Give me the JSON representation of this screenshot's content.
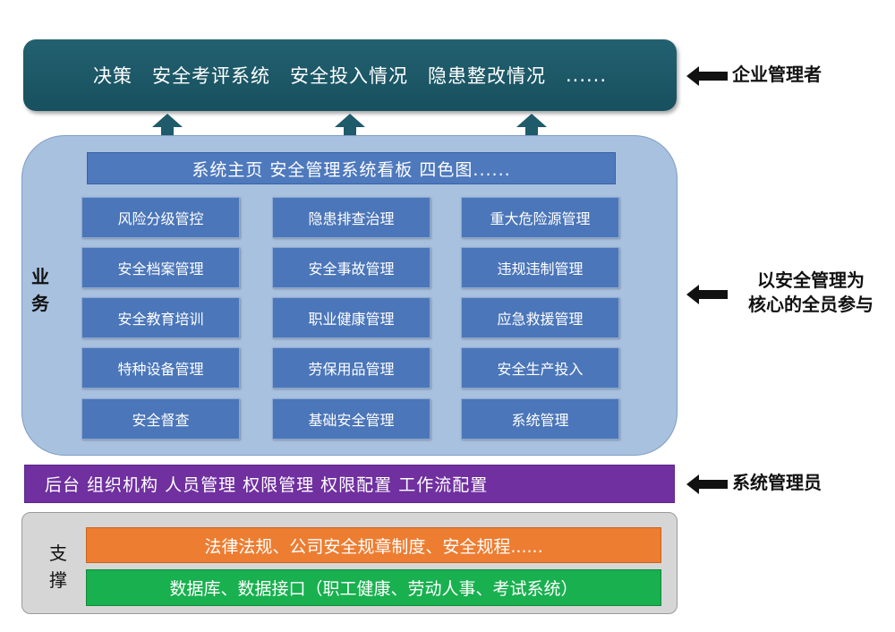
{
  "decision_bar": {
    "items": [
      "决策",
      "安全考评系统",
      "安全投入情况",
      "隐患整改情况",
      "......"
    ]
  },
  "business": {
    "label_chars": [
      "业",
      "务"
    ],
    "dashboard": "系统主页   安全管理系统看板   四色图......",
    "modules": [
      [
        "风险分级管控",
        "隐患排查治理",
        "重大危险源管理"
      ],
      [
        "安全档案管理",
        "安全事故管理",
        "违规违制管理"
      ],
      [
        "安全教育培训",
        "职业健康管理",
        "应急救援管理"
      ],
      [
        "特种设备管理",
        "劳保用品管理",
        "安全生产投入"
      ],
      [
        "安全督查",
        "基础安全管理",
        "系统管理"
      ]
    ]
  },
  "admin_bar": {
    "text": "后台 组织机构 人员管理 权限管理 权限配置 工作流配置"
  },
  "support": {
    "label_chars": [
      "支",
      "撑"
    ],
    "laws": "法律法规、公司安全规章制度、安全规程......",
    "database": "数据库、数据接口（职工健康、劳动人事、考试系统）"
  },
  "side_labels": {
    "managers": "企业管理者",
    "core_line1": "以安全管理为",
    "core_line2": "核心的全员参与",
    "admins": "系统管理员"
  },
  "colors": {
    "decision": "#1b5766",
    "business_bg": "#a8c1df",
    "module": "#4b76b9",
    "admin": "#7030a0",
    "laws": "#ed7d31",
    "database": "#19b04f",
    "support_bg": "#d6d6d6"
  }
}
